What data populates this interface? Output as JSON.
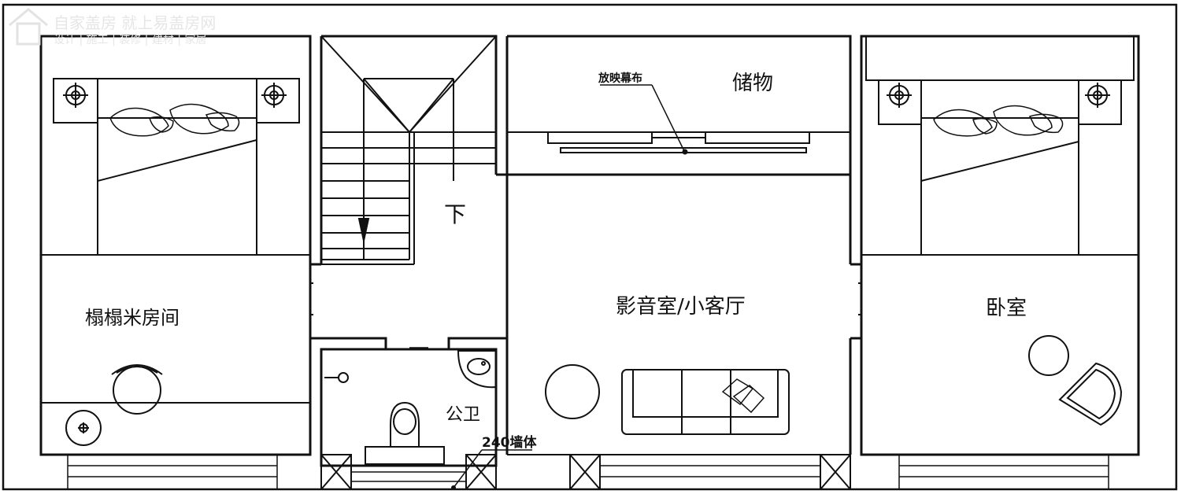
{
  "watermark": {
    "line1": "自家盖房 就上易盖房网",
    "line2": "设计 | 施工 | 装修 | 建材 | 家居"
  },
  "rooms": {
    "tatami": "榻榻米房间",
    "storage": "储物",
    "theater": "影音室/小客厅",
    "bedroom": "卧室",
    "bathroom": "公卫"
  },
  "annotations": {
    "screen": "放映幕布",
    "down": "下",
    "wall": "240墙体"
  },
  "colors": {
    "line": "#111111",
    "background": "#ffffff"
  }
}
